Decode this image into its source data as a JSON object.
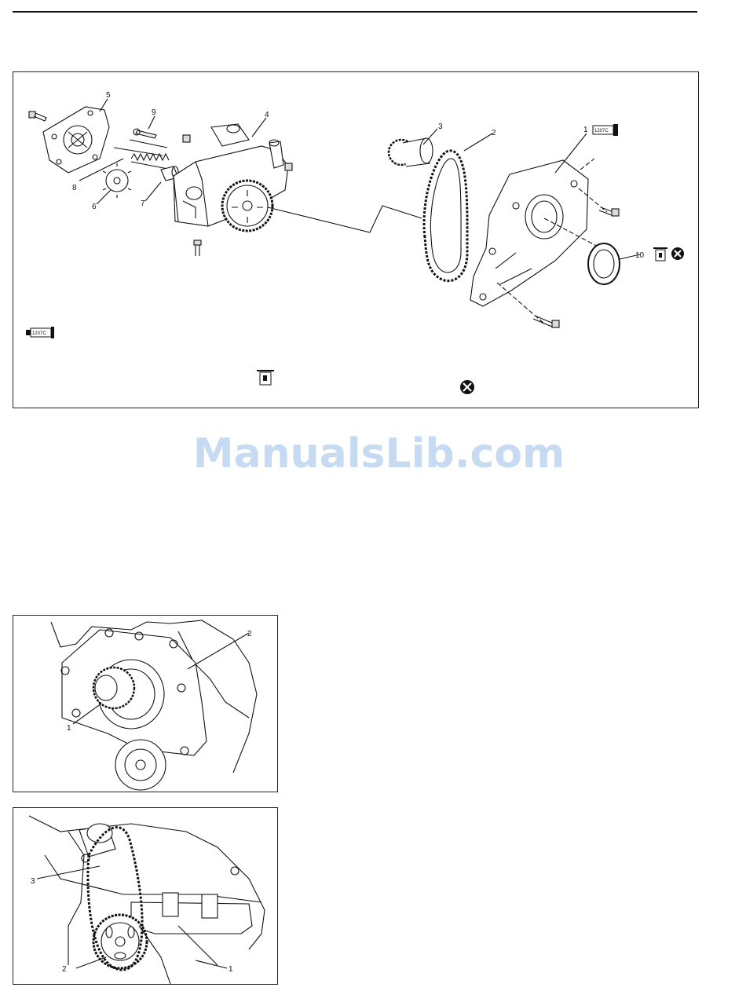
{
  "main_figure": {
    "callouts": [
      "1",
      "2",
      "3",
      "4",
      "5",
      "6",
      "7",
      "8",
      "9",
      "10"
    ],
    "sealant_code": "1207C"
  },
  "watermark": {
    "text": "ManualsLib.com"
  },
  "figure_chain_cover": {
    "callouts": [
      "1",
      "2"
    ]
  },
  "figure_oil_pump_chain": {
    "callouts": [
      "1",
      "2",
      "3"
    ]
  },
  "colors": {
    "watermark": "#c6daf2",
    "line": "#111111"
  },
  "icons": [
    "sealant-tube-icon",
    "oil-can-icon",
    "do-not-reuse-icon"
  ]
}
